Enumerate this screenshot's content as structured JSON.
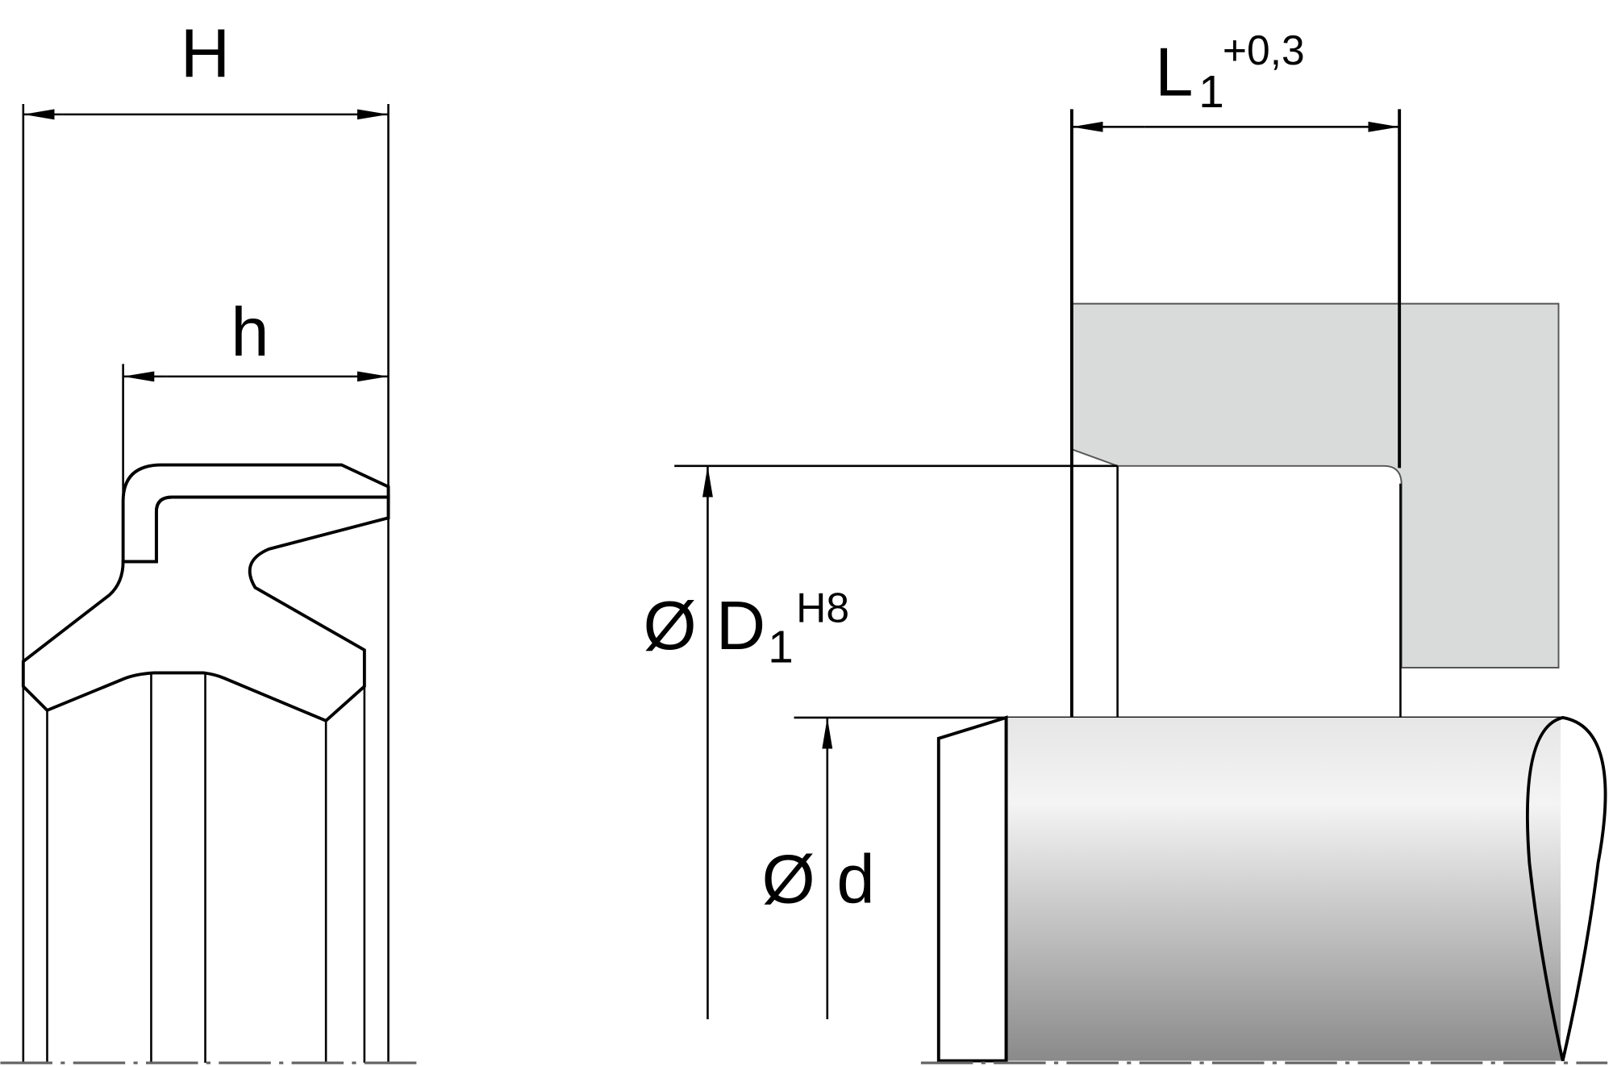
{
  "labels": {
    "H": "H",
    "h": "h",
    "L1_main": "L",
    "L1_sub": "1",
    "L1_tol": "+0,3",
    "D1_prefix": "Ø",
    "D1_main": "D",
    "D1_sub": "1",
    "D1_tol": "H8",
    "d_prefix": "Ø",
    "d_main": "d"
  },
  "colors": {
    "seal_dark": "#808080",
    "backup_ring": "#d9dbda",
    "housing": "#d9dbda",
    "rod": "#bdbdbd"
  }
}
